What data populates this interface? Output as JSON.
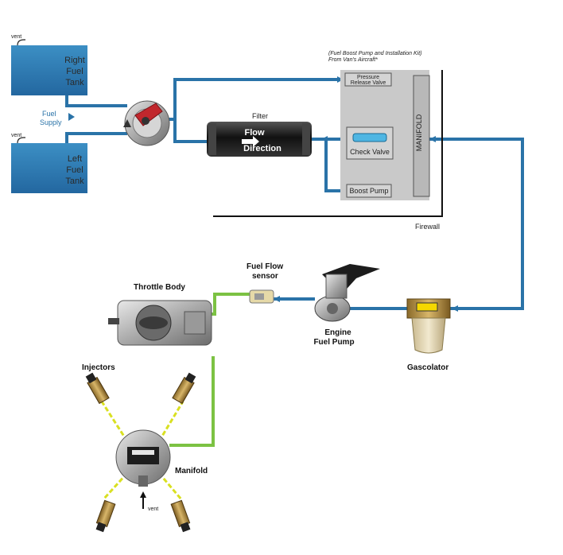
{
  "labels": {
    "vent_top": "vent",
    "vent_left": "vent",
    "vent_manifold": "vent",
    "right_tank": [
      "Right",
      "Fuel",
      "Tank"
    ],
    "left_tank": [
      "Left",
      "Fuel",
      "Tank"
    ],
    "fuel_supply": [
      "Fuel",
      "Supply"
    ],
    "filter": "Filter",
    "flow": "Flow",
    "direction": "Direction",
    "kit_note_1": "(Fuel Boost Pump and Installation Kit)",
    "kit_note_2": "From Van's Aircraft*",
    "pressure_release_valve": [
      "Pressure",
      "Release Valve"
    ],
    "check_valve": "Check Valve",
    "boost_pump": "Boost Pump",
    "manifold_box": "MANIFOLD",
    "firewall": "Firewall",
    "fuel_flow_sensor": [
      "Fuel Flow",
      "sensor"
    ],
    "throttle_body": "Throttle Body",
    "engine_fuel_pump": [
      "Engine",
      "Fuel Pump"
    ],
    "gascolator": "Gascolator",
    "injectors": "Injectors",
    "manifold": "Manifold"
  },
  "colors": {
    "fuel_line_blue": "#2a73a8",
    "fuel_line_green": "#7cc243",
    "injector_line_yellow": "#d9e021",
    "tank_blue": "#2f7fb5",
    "kit_panel_gray": "#c9c9c9"
  }
}
